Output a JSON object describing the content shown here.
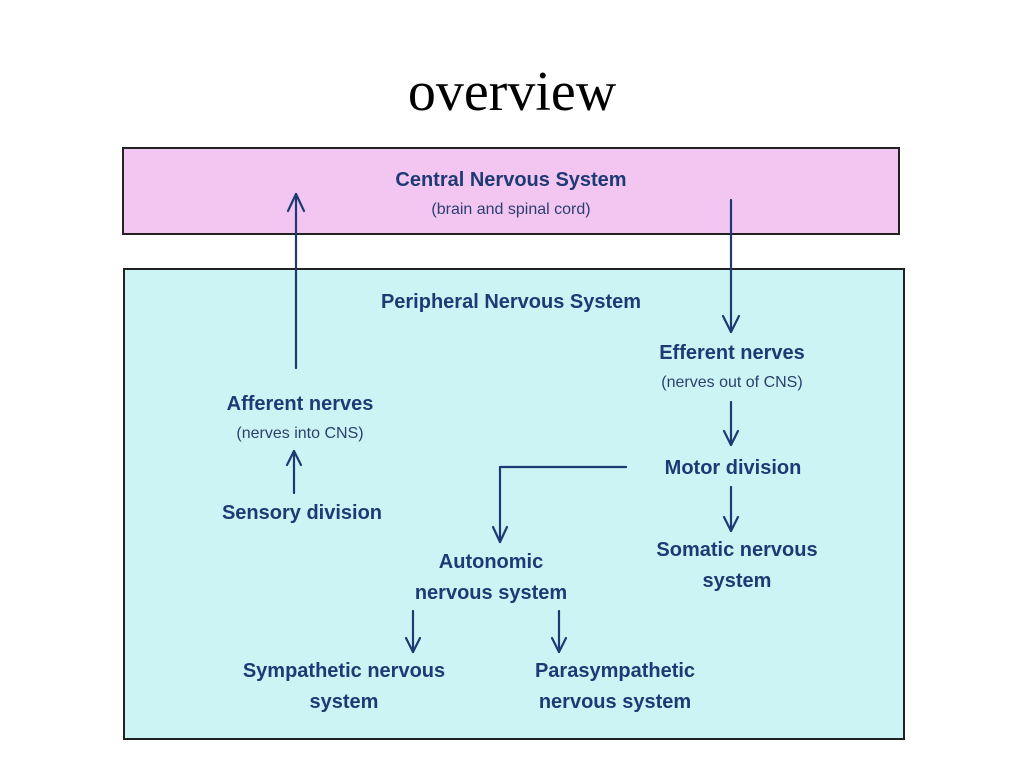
{
  "title": "overview",
  "colors": {
    "cns_fill": "#f2c6f0",
    "pns_fill": "#cdf4f4",
    "text": "#1e3a74",
    "arrow": "#1e3a74",
    "border": "#222222"
  },
  "cns": {
    "title": "Central Nervous System",
    "subtitle": "(brain and spinal cord)"
  },
  "pns": {
    "title": "Peripheral Nervous System"
  },
  "afferent": {
    "title": "Afferent nerves",
    "subtitle": "(nerves into CNS)"
  },
  "efferent": {
    "title": "Efferent nerves",
    "subtitle": "(nerves out of CNS)"
  },
  "sensory": {
    "title": "Sensory division"
  },
  "motor": {
    "title": "Motor division"
  },
  "autonomic": {
    "line1": "Autonomic",
    "line2": "nervous system"
  },
  "somatic": {
    "line1": "Somatic nervous",
    "line2": "system"
  },
  "sympathetic": {
    "line1": "Sympathetic nervous",
    "line2": "system"
  },
  "parasympathetic": {
    "line1": "Parasympathetic",
    "line2": "nervous system"
  }
}
